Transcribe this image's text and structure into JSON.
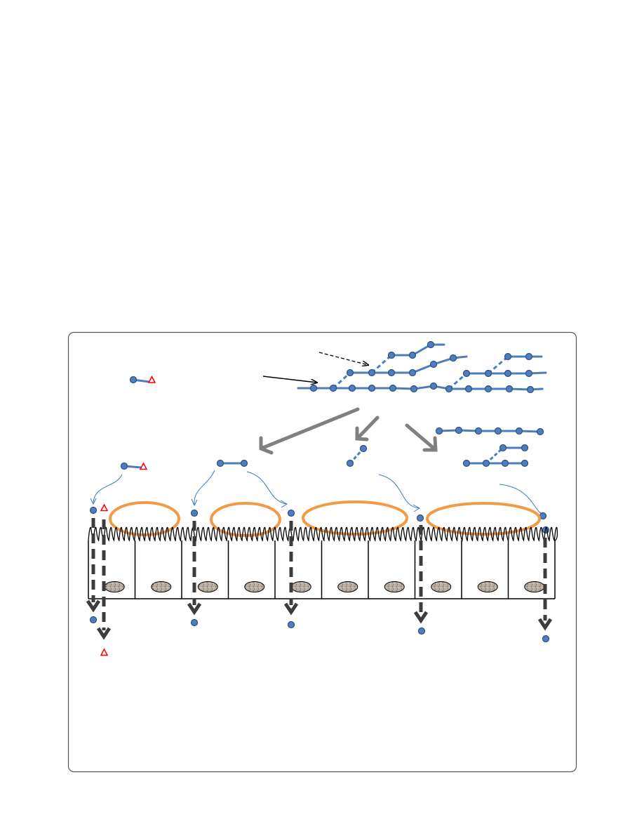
{
  "diagram": {
    "colors": {
      "background": "#ffffff",
      "frame_border": "#555555",
      "glucose_fill": "#4f7ec0",
      "glucose_stroke": "#2b4f80",
      "bond_line": "#4a7ebf",
      "galactose_triangle": "#ff0000",
      "enzyme_ellipse": "#f39a45",
      "cell_outline": "#000000",
      "nucleus_fill": "#b9aea4",
      "big_arrow": "#808080",
      "transport_arrow": "#3c3c3c",
      "curved_arrow": "#3e78c0"
    },
    "icons": {
      "glucose": "filled-blue-circle",
      "galactose": "red-triangle-outline",
      "enzyme": "orange-ellipse",
      "nucleus": "speckled-ellipse"
    },
    "enterocyte_count": 10,
    "brush_border_enzyme_count": 4,
    "absorption_sites": 5
  }
}
